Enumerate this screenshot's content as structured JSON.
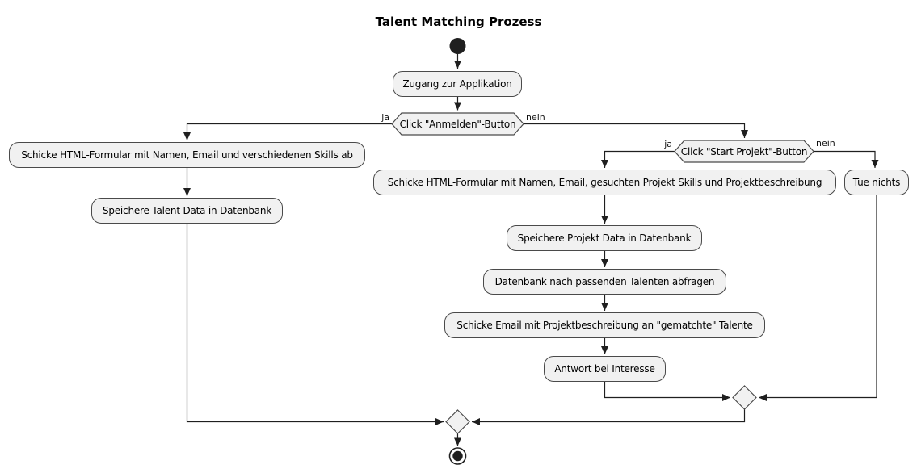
{
  "title": "Talent Matching Prozess",
  "nodes": {
    "zugang": "Zugang zur Applikation",
    "decision_anmelden": "Click \"Anmelden\"-Button",
    "talent_form": "Schicke HTML-Formular mit Namen, Email und verschiedenen Skills ab",
    "talent_save": "Speichere Talent Data in Datenbank",
    "decision_start_projekt": "Click \"Start Projekt\"-Button",
    "projekt_form": "Schicke HTML-Formular mit Namen, Email, gesuchten Projekt Skills und Projektbeschreibung",
    "projekt_save": "Speichere Projekt Data in Datenbank",
    "query_talente": "Datenbank nach passenden Talenten abfragen",
    "match_email": "Schicke Email mit Projektbeschreibung an \"gematchte\" Talente",
    "antwort": "Antwort bei Interesse",
    "tue_nichts": "Tue nichts"
  },
  "edge_labels": {
    "anmelden_ja": "ja",
    "anmelden_nein": "nein",
    "start_projekt_ja": "ja",
    "start_projekt_nein": "nein"
  },
  "colors": {
    "node_fill": "#F1F1F1",
    "node_border": "#4A4A4A",
    "line": "#1F1F1F",
    "start_end": "#1F1F1F"
  }
}
